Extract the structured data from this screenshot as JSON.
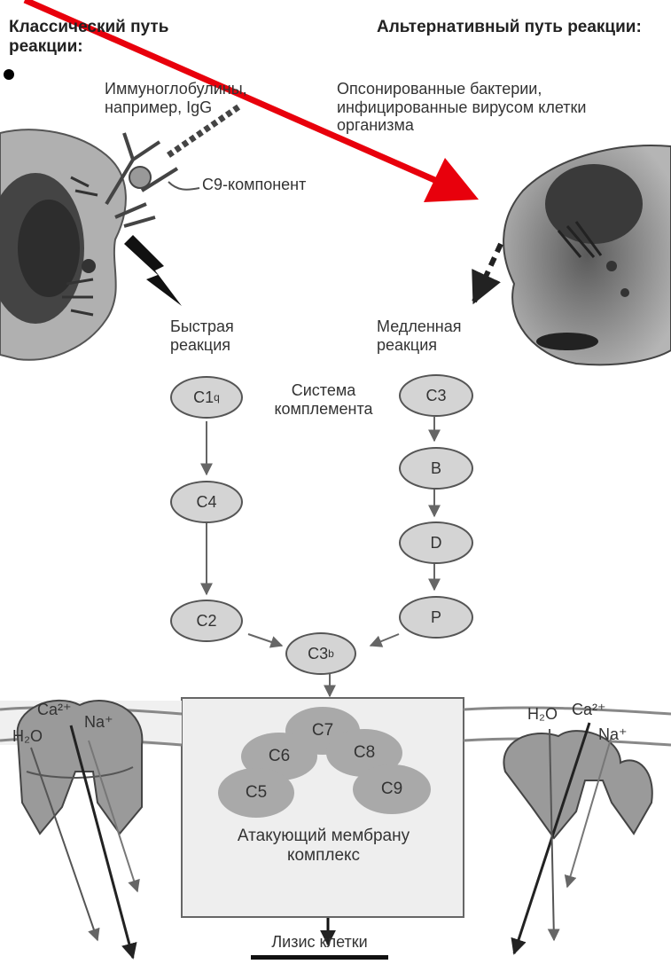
{
  "headings": {
    "classical": "Классический путь реакции:",
    "alternative": "Альтернативный путь реакции:"
  },
  "labels": {
    "immunoglobulins": "Иммуноглобулины, например, IgG",
    "opsonized": "Опсонированные бактерии, инфицированные вирусом клетки организма",
    "c9_component": "С9-компонент",
    "fast_reaction": "Быстрая реакция",
    "slow_reaction": "Медленная реакция",
    "complement_system": "Система комплемента",
    "mac": "Атакующий мембрану комплекс",
    "lysis": "Лизис клетки",
    "ion_left_ca": "Ca²⁺",
    "ion_left_na": "Na⁺",
    "ion_left_h2o": "H₂O",
    "ion_right_h2o": "H₂O",
    "ion_right_ca": "Ca²⁺",
    "ion_right_na": "Na⁺"
  },
  "nodes": {
    "c1q": "C1",
    "c1q_sub": "q",
    "c4": "C4",
    "c2": "C2",
    "c3": "C3",
    "b": "B",
    "d": "D",
    "p": "P",
    "c3b": "C3",
    "c3b_sub": "b"
  },
  "mac_components": {
    "c7": "C7",
    "c6": "C6",
    "c8": "C8",
    "c5": "C5",
    "c9": "C9"
  },
  "colors": {
    "annotation_arrow": "#e8000c",
    "node_fill": "#d4d4d4",
    "mac_fill": "#a9a9a9",
    "cell_fill": "#8c8c8c"
  }
}
